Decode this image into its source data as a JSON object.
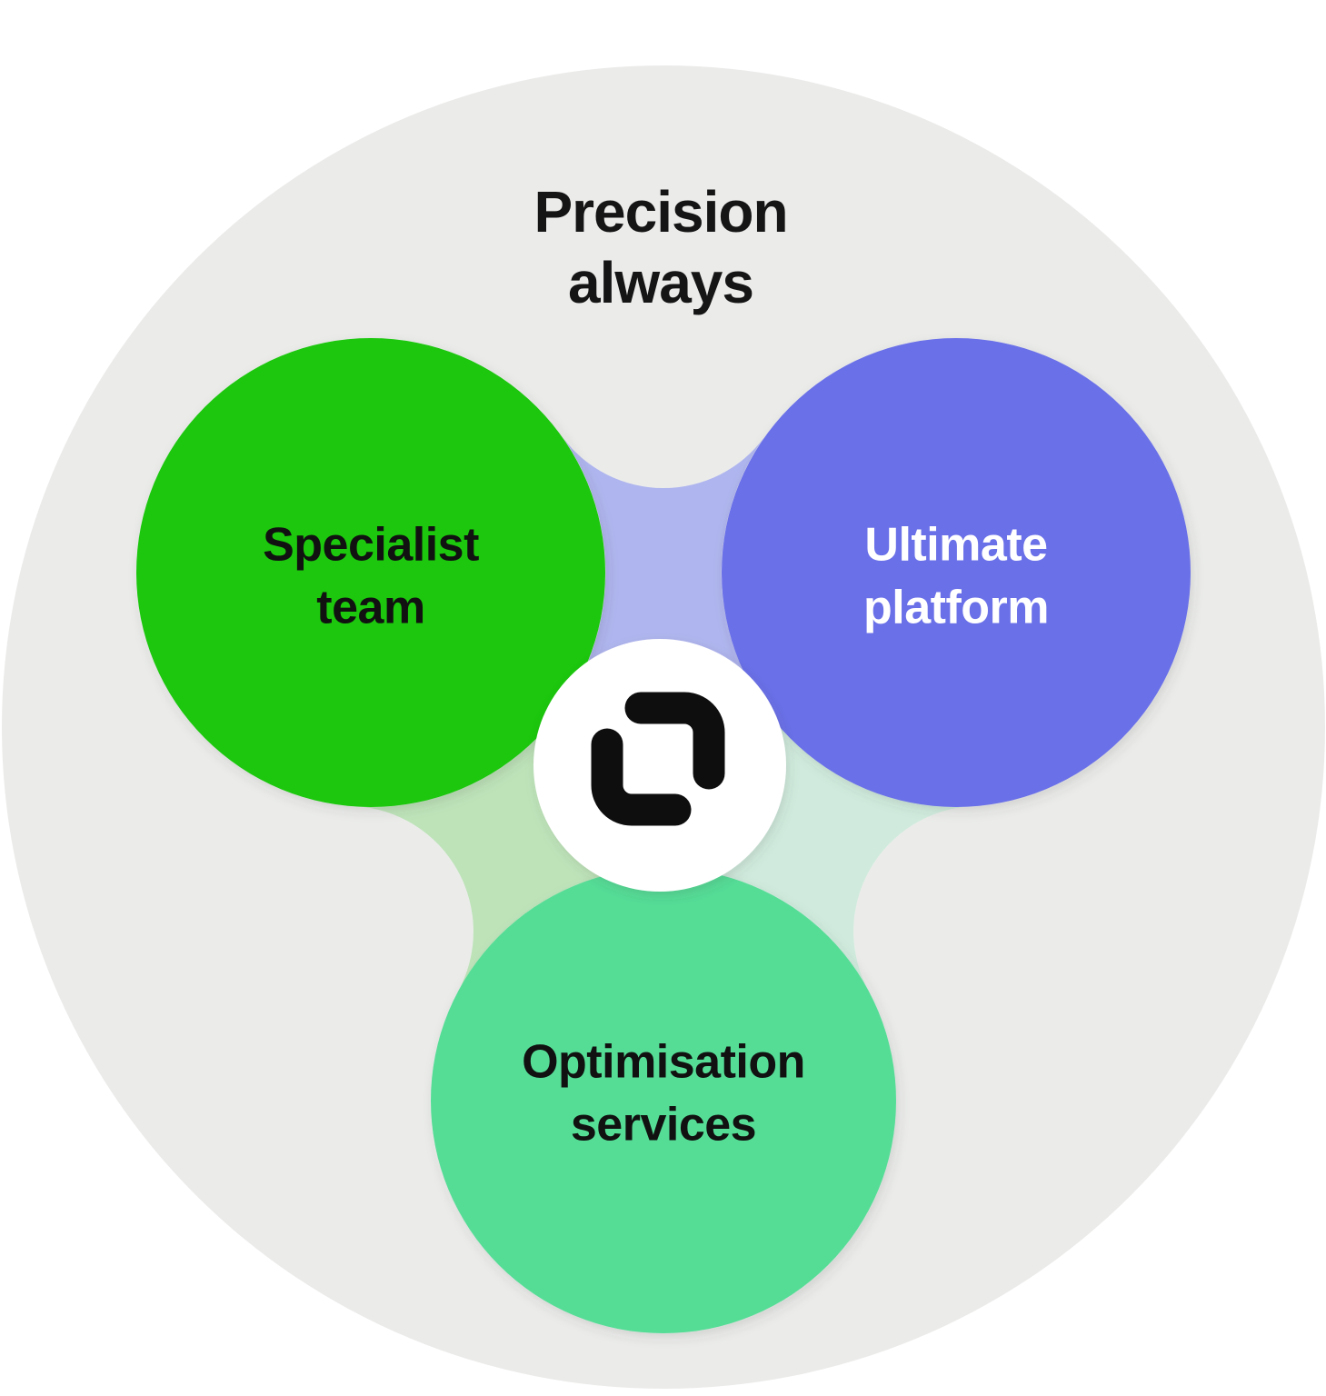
{
  "diagram": {
    "title": "Precision always",
    "title_color": "#151515",
    "background": {
      "outer_circle_color": "#EBECEA"
    },
    "center": {
      "icon": "precis-logo-mark",
      "circle_color": "#FFFFFF",
      "logo_color": "#0E0E0E"
    },
    "nodes": [
      {
        "id": "specialist-team",
        "label": "Specialist team",
        "color": "#1AC70F",
        "text_color": "#101110"
      },
      {
        "id": "ultimate-platform",
        "label": "Ultimate platform",
        "color": "#6A70E8",
        "text_color": "#FFFFFF"
      },
      {
        "id": "optimisation-services",
        "label": "Optimisation services",
        "color": "#55DD96",
        "text_color": "#101110"
      }
    ],
    "connectors": [
      {
        "id": "connector-team-platform",
        "between": "specialist-team + ultimate-platform",
        "color": "#AFB5EE"
      },
      {
        "id": "connector-team-services",
        "between": "specialist-team + optimisation-services",
        "color": "#BEE3B9"
      },
      {
        "id": "connector-platform-services",
        "between": "ultimate-platform + optimisation-services",
        "color": "#D0EBDD"
      }
    ]
  }
}
